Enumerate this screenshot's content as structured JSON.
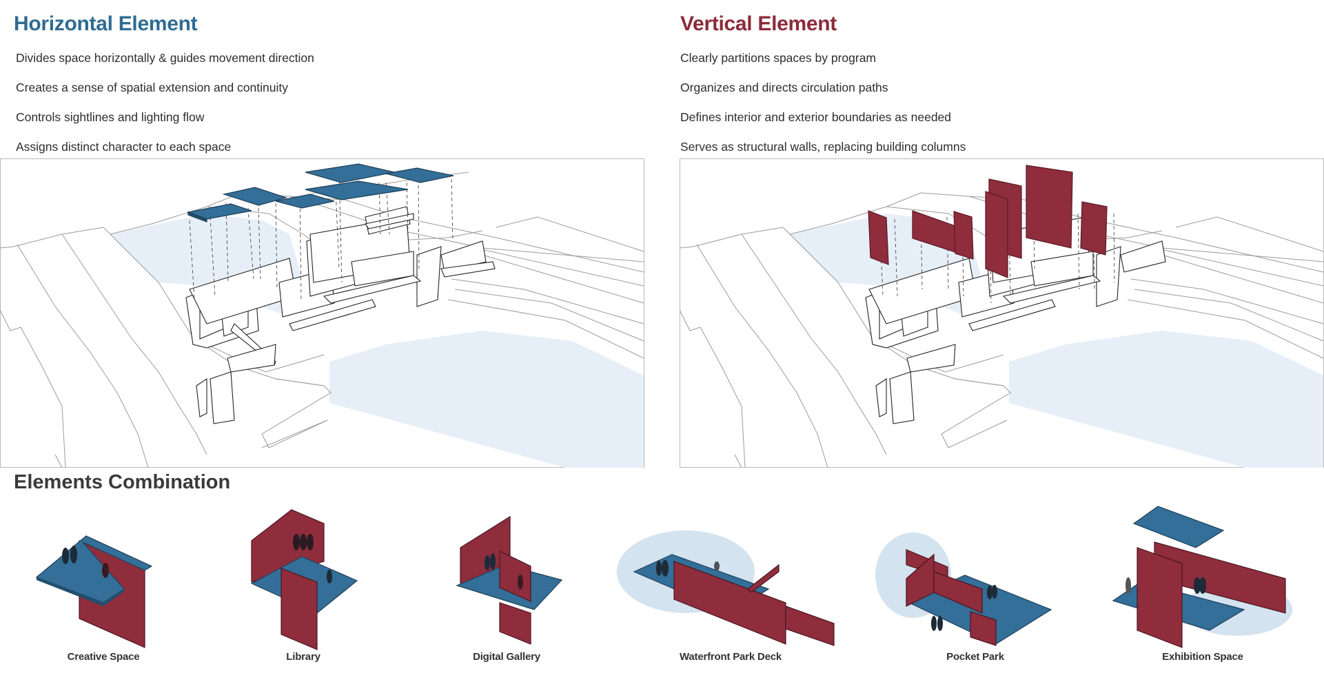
{
  "colors": {
    "horizontal_accent": "#2f6b93",
    "vertical_accent": "#8b2a3a",
    "slab_fill": "#336f98",
    "wall_fill": "#8f2d3d",
    "water_fill": "#e6eff7",
    "shadow_fill": "#d3e3ef",
    "line": "#222222"
  },
  "horizontal": {
    "title": "Horizontal Element",
    "bullets": [
      "Divides space horizontally & guides movement direction",
      "Creates a sense of spatial extension and continuity",
      "Controls sightlines and lighting flow",
      "Assigns distinct character to each space"
    ],
    "diagram_label": "Exploded axonometric with horizontal slabs"
  },
  "vertical": {
    "title": "Vertical Element",
    "bullets": [
      "Clearly partitions spaces by program",
      "Organizes and directs circulation paths",
      "Defines interior and exterior boundaries as needed",
      "Serves as structural walls, replacing building columns"
    ],
    "diagram_label": "Exploded axonometric with vertical walls"
  },
  "combination": {
    "title": "Elements Combination",
    "items": [
      {
        "label": "Creative Space"
      },
      {
        "label": "Library"
      },
      {
        "label": "Digital Gallery"
      },
      {
        "label": "Waterfront Park Deck"
      },
      {
        "label": "Pocket Park"
      },
      {
        "label": "Exhibition Space"
      }
    ]
  }
}
